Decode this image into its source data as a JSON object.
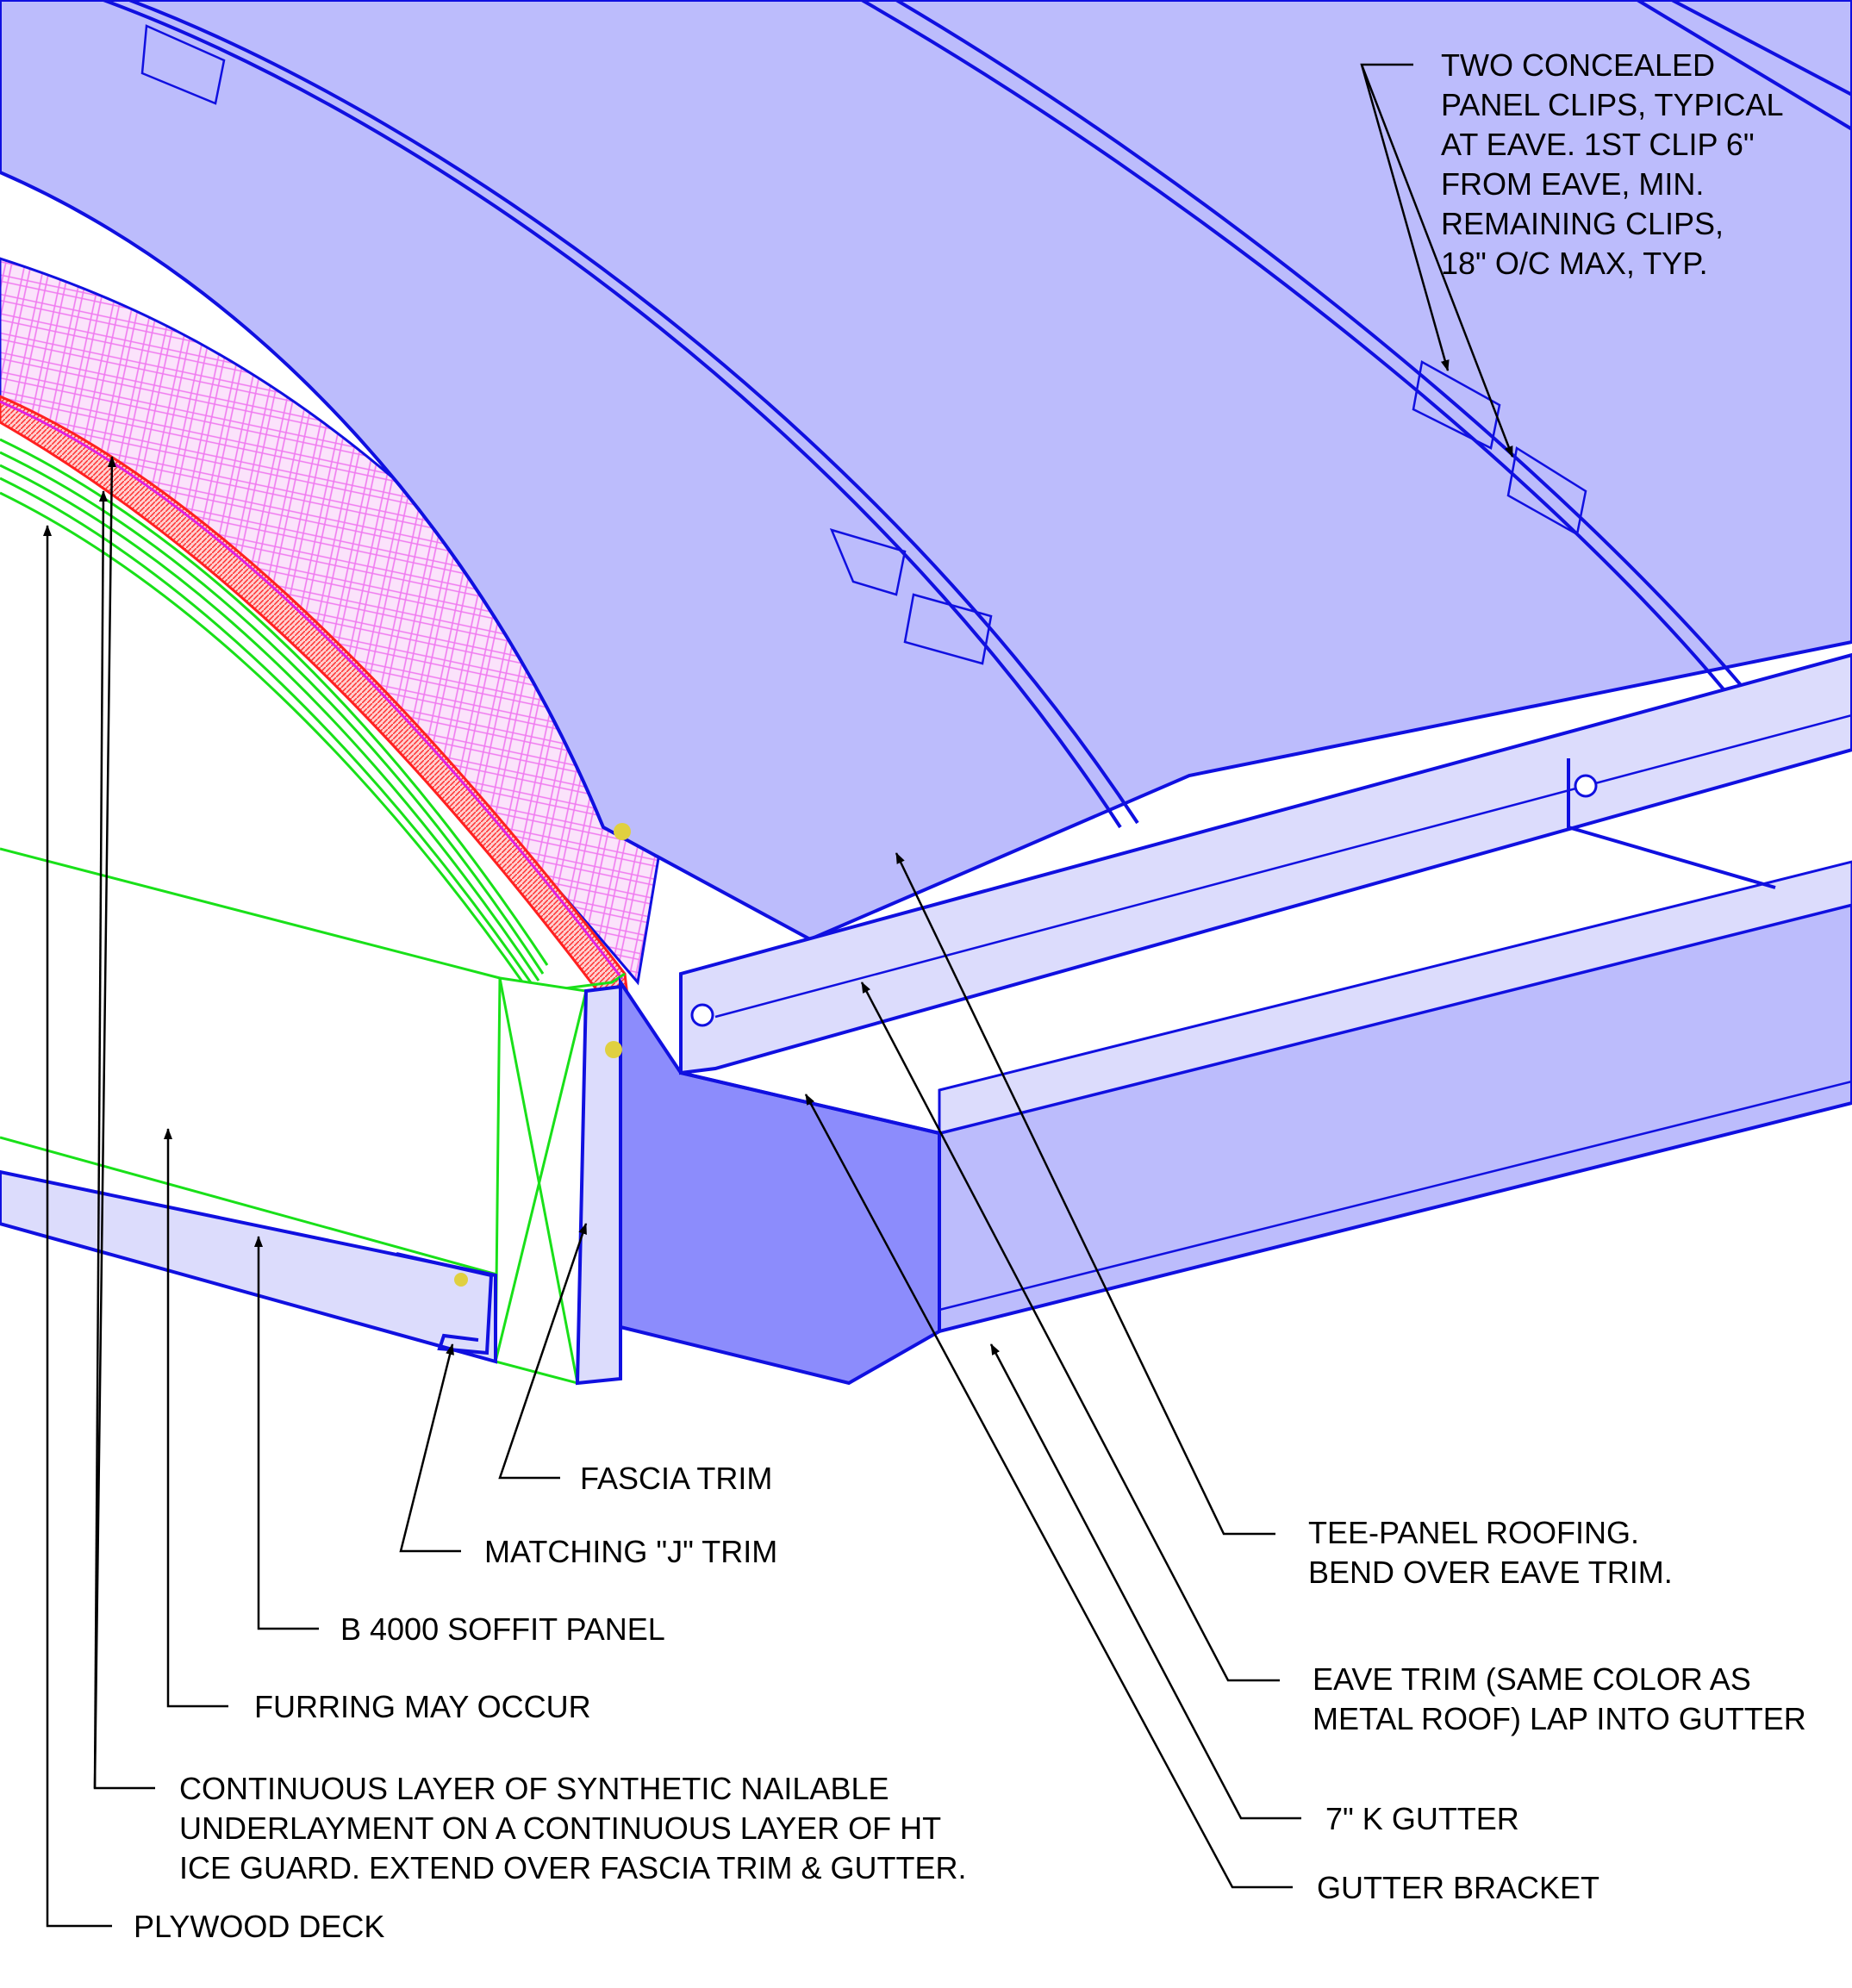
{
  "labels": {
    "concealed_clips": [
      "TWO CONCEALED",
      "PANEL CLIPS, TYPICAL",
      "AT EAVE. 1ST CLIP 6\"",
      "FROM EAVE, MIN.",
      "REMAINING CLIPS,",
      "18\" O/C MAX, TYP."
    ],
    "fascia_trim": "FASCIA TRIM",
    "j_trim": "MATCHING \"J\" TRIM",
    "soffit_panel": "B 4000 SOFFIT PANEL",
    "furring": "FURRING MAY OCCUR",
    "underlayment": [
      "CONTINUOUS LAYER OF SYNTHETIC NAILABLE",
      "UNDERLAYMENT ON A CONTINUOUS LAYER OF HT",
      "ICE GUARD. EXTEND OVER FASCIA TRIM & GUTTER."
    ],
    "plywood_deck": "PLYWOOD DECK",
    "tee_panel": [
      "TEE-PANEL ROOFING.",
      "BEND OVER EAVE TRIM."
    ],
    "eave_trim": [
      "EAVE TRIM (SAME COLOR AS",
      "METAL ROOF) LAP INTO GUTTER"
    ],
    "gutter": "7\" K GUTTER",
    "gutter_bracket": "GUTTER BRACKET"
  },
  "colors": {
    "roof_panel": "#bcbcfc",
    "light_face": "#dcdcfc",
    "dark_face": "#8c8cfc",
    "outline": "#1010e0",
    "insulation": "#f3a0f3",
    "underlayment_red": "#ff2020",
    "framing_green": "#19e019",
    "leader": "#000000"
  }
}
